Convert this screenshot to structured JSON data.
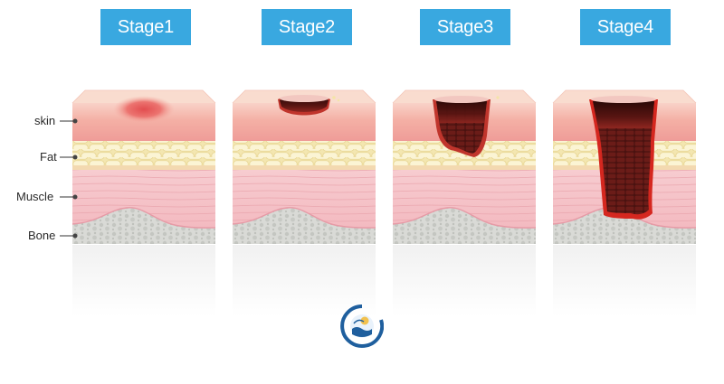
{
  "stages": [
    {
      "label": "Stage1"
    },
    {
      "label": "Stage2"
    },
    {
      "label": "Stage3"
    },
    {
      "label": "Stage4"
    }
  ],
  "layers": [
    {
      "label": "skin"
    },
    {
      "label": "Fat"
    },
    {
      "label": "Muscle"
    },
    {
      "label": "Bone"
    }
  ],
  "colors": {
    "label_background": "#39a8e0",
    "skin": "#f2a6a6",
    "skin_top": "#f7c6bd",
    "fat": "#f7efc4",
    "muscle": "#f5c3c9",
    "bone": "#d4d6d2",
    "wound_dark": "#4a1210",
    "wound_red": "#c0352c",
    "logo_blue": "#1f5f9e"
  },
  "logo": {
    "icon": "circle-wave-logo-icon"
  }
}
